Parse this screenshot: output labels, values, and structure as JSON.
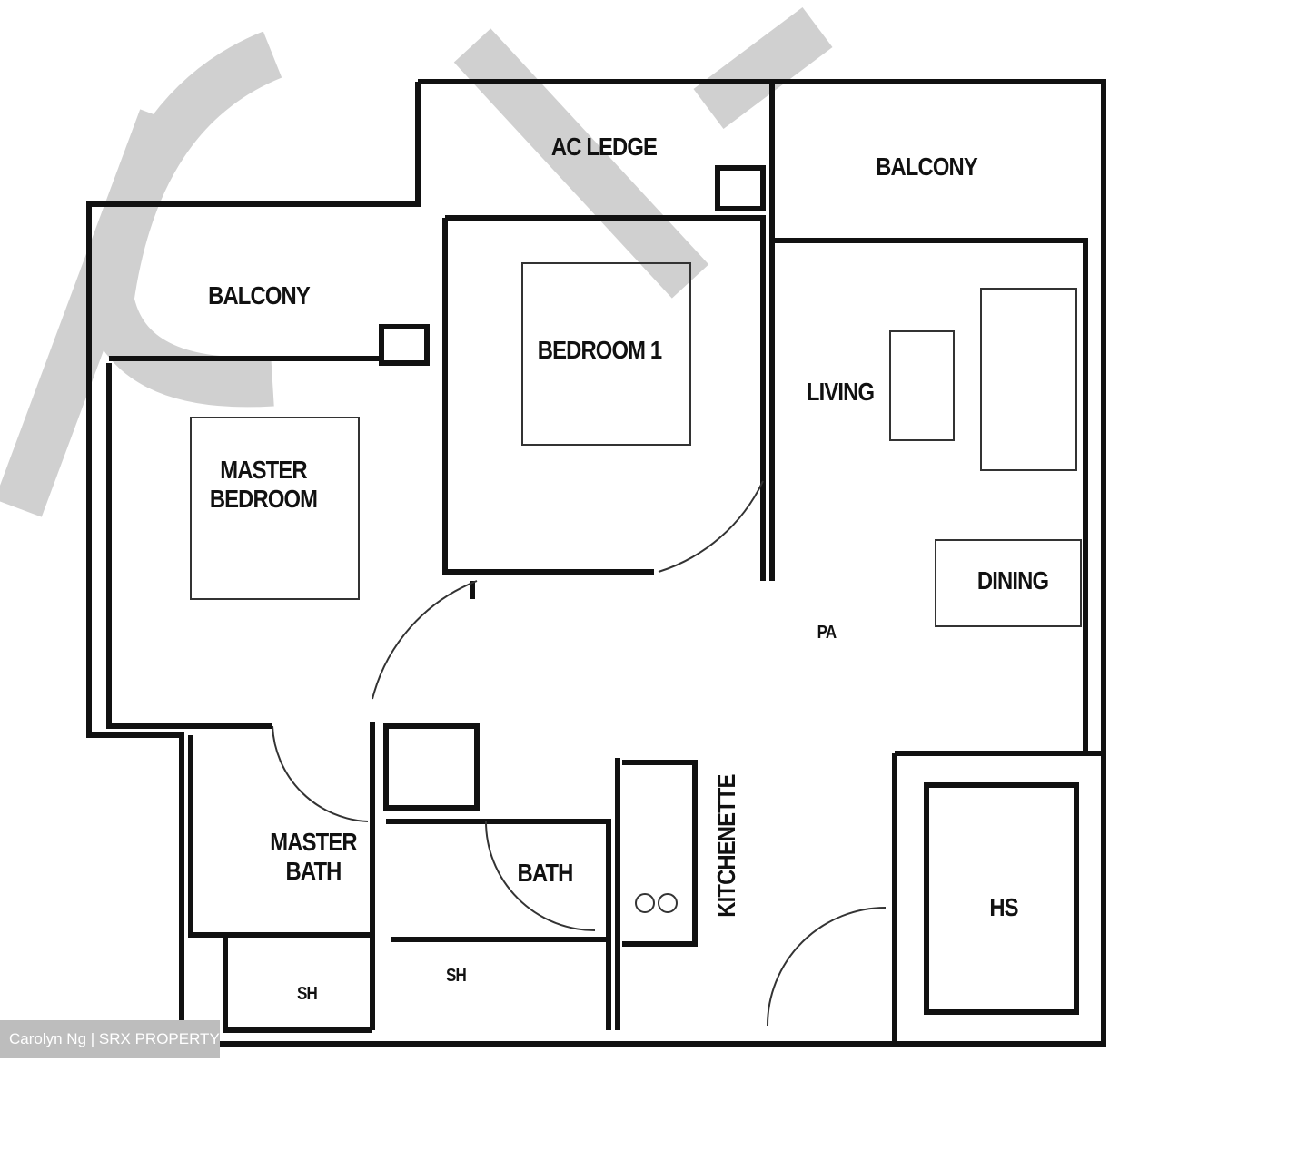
{
  "floorplan": {
    "rooms": {
      "ac_ledge": "AC LEDGE",
      "balcony_top": "BALCONY",
      "balcony_left": "BALCONY",
      "bedroom1": "BEDROOM 1",
      "master_bedroom": "MASTER\nBEDROOM",
      "living": "LIVING",
      "dining": "DINING",
      "pa": "PA",
      "master_bath": "MASTER\nBATH",
      "bath": "BATH",
      "kitchenette": "KITCHENETTE",
      "hs": "HS",
      "sh_left": "SH",
      "sh_right": "SH"
    }
  },
  "credit": "Carolyn Ng | SRX PROPERTY",
  "colors": {
    "wall": "#111111",
    "watermark": "#cfcfcf",
    "credit_bg": "#bdbdbd"
  }
}
